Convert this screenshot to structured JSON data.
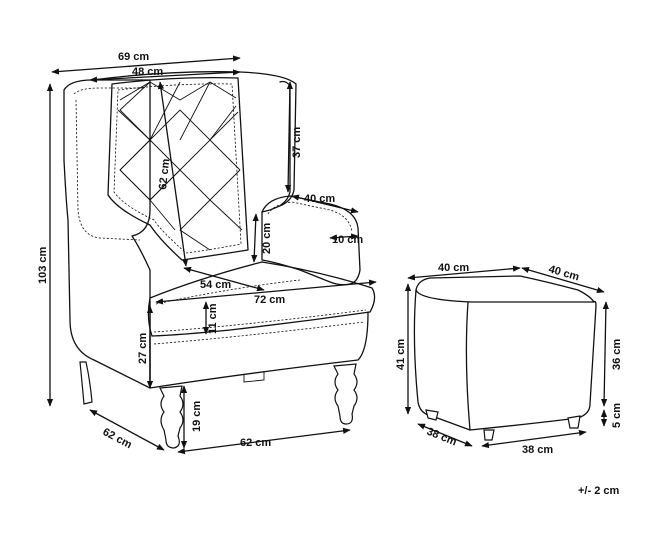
{
  "armchair": {
    "overall_width": "69 cm",
    "backrest_width": "48 cm",
    "backrest_height": "37 cm",
    "backrest_diagonal": "62 cm",
    "armrest_length": "40 cm",
    "armrest_width": "10 cm",
    "armrest_height": "20 cm",
    "seat_depth": "54 cm",
    "seat_width": "72 cm",
    "cushion_thickness": "11 cm",
    "overall_height": "103 cm",
    "seat_height": "27 cm",
    "leg_height": "19 cm",
    "depth": "62 cm",
    "front_width": "62 cm"
  },
  "footstool": {
    "top_width": "40 cm",
    "top_depth": "40 cm",
    "overall_height": "41 cm",
    "body_height": "36 cm",
    "leg_height": "5 cm",
    "base_depth": "38 cm",
    "base_width": "38 cm"
  },
  "tolerance": "+/- 2 cm"
}
